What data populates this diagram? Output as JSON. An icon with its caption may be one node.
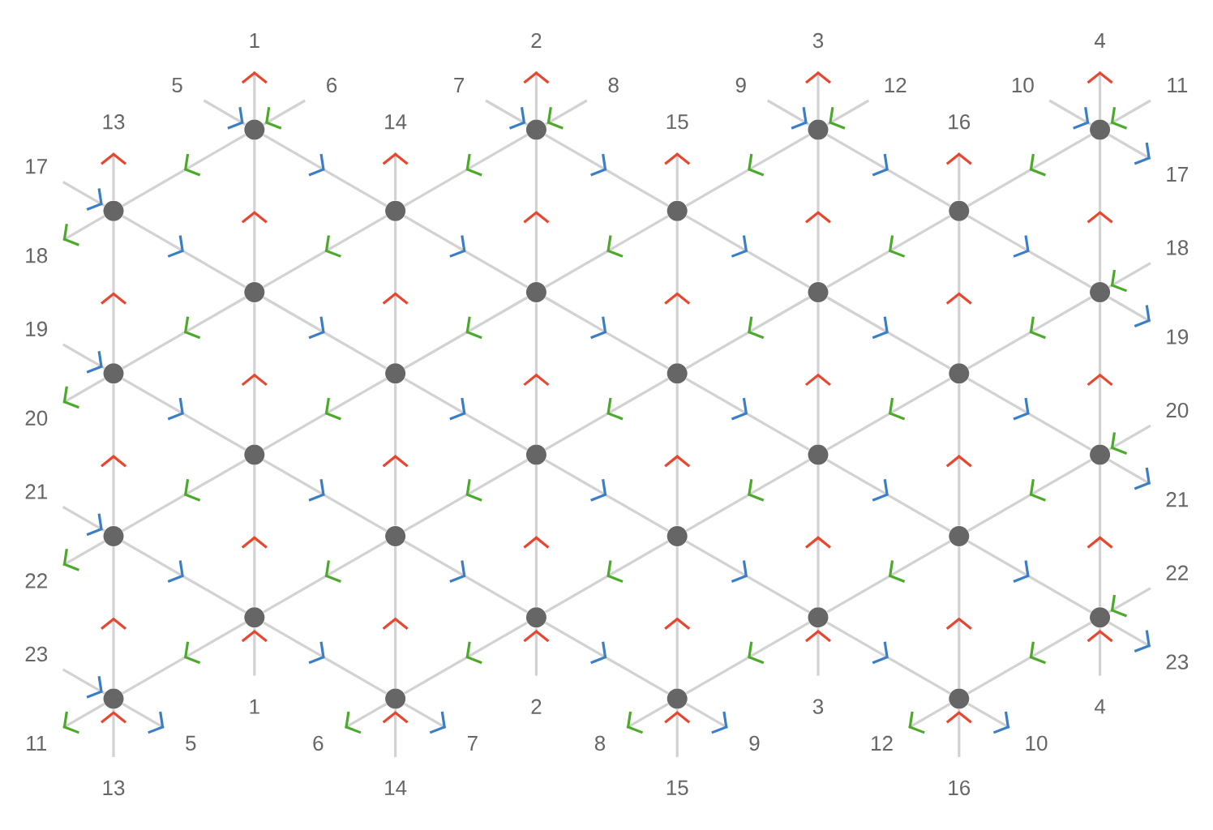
{
  "diagram": {
    "nodes": [
      {
        "text": [],
        "shape": "circle"
      },
      {
        "text": [],
        "shape": "circle"
      },
      {
        "text": [],
        "shape": "circle"
      },
      {
        "text": [],
        "shape": "circle"
      },
      {
        "text": [],
        "shape": "circle"
      },
      {
        "text": [],
        "shape": "circle"
      },
      {
        "text": [],
        "shape": "circle"
      },
      {
        "text": [],
        "shape": "circle"
      },
      {
        "text": [],
        "shape": "circle"
      },
      {
        "text": [],
        "shape": "circle"
      },
      {
        "text": [],
        "shape": "circle"
      },
      {
        "text": [],
        "shape": "circle"
      },
      {
        "text": [],
        "shape": "circle"
      },
      {
        "text": [],
        "shape": "circle"
      },
      {
        "text": [],
        "shape": "circle"
      },
      {
        "text": [],
        "shape": "circle"
      },
      {
        "text": [],
        "shape": "circle"
      },
      {
        "text": [],
        "shape": "circle"
      },
      {
        "text": [],
        "shape": "circle"
      },
      {
        "text": [],
        "shape": "circle"
      },
      {
        "text": [],
        "shape": "circle"
      },
      {
        "text": [],
        "shape": "circle"
      },
      {
        "text": [],
        "shape": "circle"
      },
      {
        "text": [],
        "shape": "circle"
      },
      {
        "text": [],
        "shape": "circle"
      },
      {
        "text": [],
        "shape": "circle"
      },
      {
        "text": [],
        "shape": "circle"
      },
      {
        "text": [],
        "shape": "circle"
      },
      {
        "text": [],
        "shape": "circle"
      },
      {
        "text": [],
        "shape": "circle"
      },
      {
        "text": [],
        "shape": "circle"
      },
      {
        "text": [],
        "shape": "circle"
      }
    ],
    "edges": [
      {
        "from": 8,
        "to": 0,
        "arrow": "to"
      },
      {
        "from": 9,
        "to": 1,
        "arrow": "to"
      },
      {
        "from": 10,
        "to": 2,
        "arrow": "to"
      },
      {
        "from": 11,
        "to": 3,
        "arrow": "to"
      },
      {
        "from": 12,
        "to": 4,
        "arrow": "to"
      },
      {
        "from": 13,
        "to": 5,
        "arrow": "to"
      },
      {
        "from": 14,
        "to": 6,
        "arrow": "to"
      },
      {
        "from": 15,
        "to": 7,
        "arrow": "to"
      },
      {
        "from": 16,
        "to": 8,
        "arrow": "to"
      },
      {
        "from": 17,
        "to": 9,
        "arrow": "to"
      },
      {
        "from": 18,
        "to": 10,
        "arrow": "to"
      },
      {
        "from": 19,
        "to": 11,
        "arrow": "to"
      },
      {
        "from": 20,
        "to": 12,
        "arrow": "to"
      },
      {
        "from": 21,
        "to": 13,
        "arrow": "to"
      },
      {
        "from": 22,
        "to": 14,
        "arrow": "to"
      },
      {
        "from": 23,
        "to": 15,
        "arrow": "to"
      },
      {
        "from": 24,
        "to": 16,
        "arrow": "to"
      },
      {
        "from": 25,
        "to": 17,
        "arrow": "to"
      },
      {
        "from": 26,
        "to": 18,
        "arrow": "to"
      },
      {
        "from": 27,
        "to": 19,
        "arrow": "to"
      },
      {
        "from": 28,
        "to": 20,
        "arrow": "to"
      },
      {
        "from": 29,
        "to": 21,
        "arrow": "to"
      },
      {
        "from": 30,
        "to": 22,
        "arrow": "to"
      },
      {
        "from": 31,
        "to": 23,
        "arrow": "to"
      },
      {
        "from": 0,
        "to": 5,
        "arrow": "to"
      },
      {
        "from": 1,
        "to": 6,
        "arrow": "to"
      },
      {
        "from": 2,
        "to": 7,
        "arrow": "to"
      },
      {
        "from": 4,
        "to": 8,
        "arrow": "to"
      },
      {
        "from": 5,
        "to": 9,
        "arrow": "to"
      },
      {
        "from": 6,
        "to": 10,
        "arrow": "to"
      },
      {
        "from": 7,
        "to": 11,
        "arrow": "to"
      },
      {
        "from": 8,
        "to": 13,
        "arrow": "to"
      },
      {
        "from": 9,
        "to": 14,
        "arrow": "to"
      },
      {
        "from": 10,
        "to": 15,
        "arrow": "to"
      },
      {
        "from": 12,
        "to": 16,
        "arrow": "to"
      },
      {
        "from": 13,
        "to": 17,
        "arrow": "to"
      },
      {
        "from": 14,
        "to": 18,
        "arrow": "to"
      },
      {
        "from": 15,
        "to": 19,
        "arrow": "to"
      },
      {
        "from": 16,
        "to": 21,
        "arrow": "to"
      },
      {
        "from": 17,
        "to": 22,
        "arrow": "to"
      },
      {
        "from": 18,
        "to": 23,
        "arrow": "to"
      },
      {
        "from": 20,
        "to": 24,
        "arrow": "to"
      },
      {
        "from": 21,
        "to": 25,
        "arrow": "to"
      },
      {
        "from": 22,
        "to": 26,
        "arrow": "to"
      },
      {
        "from": 23,
        "to": 27,
        "arrow": "to"
      },
      {
        "from": 24,
        "to": 29,
        "arrow": "to"
      },
      {
        "from": 25,
        "to": 30,
        "arrow": "to"
      },
      {
        "from": 26,
        "to": 31,
        "arrow": "to"
      },
      {
        "from": 0,
        "to": 4,
        "arrow": "to"
      },
      {
        "from": 1,
        "to": 5,
        "arrow": "to"
      },
      {
        "from": 2,
        "to": 6,
        "arrow": "to"
      },
      {
        "from": 3,
        "to": 7,
        "arrow": "to"
      },
      {
        "from": 5,
        "to": 8,
        "arrow": "to"
      },
      {
        "from": 6,
        "to": 9,
        "arrow": "to"
      },
      {
        "from": 7,
        "to": 10,
        "arrow": "to"
      },
      {
        "from": 8,
        "to": 12,
        "arrow": "to"
      },
      {
        "from": 9,
        "to": 13,
        "arrow": "to"
      },
      {
        "from": 10,
        "to": 14,
        "arrow": "to"
      },
      {
        "from": 11,
        "to": 15,
        "arrow": "to"
      },
      {
        "from": 13,
        "to": 16,
        "arrow": "to"
      },
      {
        "from": 14,
        "to": 17,
        "arrow": "to"
      },
      {
        "from": 15,
        "to": 18,
        "arrow": "to"
      },
      {
        "from": 16,
        "to": 20,
        "arrow": "to"
      },
      {
        "from": 17,
        "to": 21,
        "arrow": "to"
      },
      {
        "from": 18,
        "to": 22,
        "arrow": "to"
      },
      {
        "from": 19,
        "to": 23,
        "arrow": "to"
      },
      {
        "from": 21,
        "to": 24,
        "arrow": "to"
      },
      {
        "from": 22,
        "to": 25,
        "arrow": "to"
      },
      {
        "from": 23,
        "to": 26,
        "arrow": "to"
      },
      {
        "from": 24,
        "to": 28,
        "arrow": "to"
      },
      {
        "from": 25,
        "to": 29,
        "arrow": "to"
      },
      {
        "from": 26,
        "to": 30,
        "arrow": "to"
      },
      {
        "from": 27,
        "to": 31,
        "arrow": "to"
      },
      {
        "from": 0,
        "to": null,
        "arrow": "to",
        "label": "1"
      },
      {
        "from": 1,
        "to": null,
        "arrow": "to",
        "label": "2"
      },
      {
        "from": 2,
        "to": null,
        "arrow": "to",
        "label": "3"
      },
      {
        "from": 3,
        "to": null,
        "arrow": "to",
        "label": "4"
      },
      {
        "from": 4,
        "to": null,
        "arrow": "to",
        "label": "13"
      },
      {
        "from": 5,
        "to": null,
        "arrow": "to",
        "label": "14"
      },
      {
        "from": 6,
        "to": null,
        "arrow": "to",
        "label": "15"
      },
      {
        "from": 7,
        "to": null,
        "arrow": "to",
        "label": "16"
      },
      {
        "from": null,
        "to": 24,
        "arrow": "to",
        "label": "1"
      },
      {
        "from": null,
        "to": 25,
        "arrow": "to",
        "label": "2"
      },
      {
        "from": null,
        "to": 26,
        "arrow": "to",
        "label": "3"
      },
      {
        "from": null,
        "to": 27,
        "arrow": "to",
        "label": "4"
      },
      {
        "from": null,
        "to": 28,
        "arrow": "to",
        "label": "13"
      },
      {
        "from": null,
        "to": 29,
        "arrow": "to",
        "label": "14"
      },
      {
        "from": null,
        "to": 30,
        "arrow": "to",
        "label": "15"
      },
      {
        "from": null,
        "to": 31,
        "arrow": "to",
        "label": "16"
      },
      {
        "from": null,
        "to": 0,
        "arrow": "to",
        "label": "5"
      },
      {
        "from": null,
        "to": 1,
        "arrow": "to",
        "label": "7"
      },
      {
        "from": null,
        "to": 2,
        "arrow": "to",
        "label": "9"
      },
      {
        "from": null,
        "to": 3,
        "arrow": "to",
        "label": "10"
      },
      {
        "from": null,
        "to": 4,
        "arrow": "to",
        "label": "17"
      },
      {
        "from": null,
        "to": 12,
        "arrow": "to",
        "label": "19"
      },
      {
        "from": null,
        "to": 20,
        "arrow": "to",
        "label": "21"
      },
      {
        "from": null,
        "to": 28,
        "arrow": "to",
        "label": "23"
      },
      {
        "from": null,
        "to": 0,
        "arrow": "to",
        "label": "6"
      },
      {
        "from": null,
        "to": 1,
        "arrow": "to",
        "label": "8"
      },
      {
        "from": null,
        "to": 2,
        "arrow": "to",
        "label": "12"
      },
      {
        "from": null,
        "to": 3,
        "arrow": "to",
        "label": "11"
      },
      {
        "from": null,
        "to": 11,
        "arrow": "to",
        "label": "18"
      },
      {
        "from": null,
        "to": 19,
        "arrow": "to",
        "label": "20"
      },
      {
        "from": null,
        "to": 27,
        "arrow": "to",
        "label": "22"
      },
      {
        "from": 28,
        "to": null,
        "arrow": "to",
        "label": "11"
      },
      {
        "from": 29,
        "to": null,
        "arrow": "to",
        "label": "6"
      },
      {
        "from": 30,
        "to": null,
        "arrow": "to",
        "label": "8"
      },
      {
        "from": 31,
        "to": null,
        "arrow": "to",
        "label": "12"
      },
      {
        "from": 4,
        "to": null,
        "arrow": "to",
        "label": "18"
      },
      {
        "from": 12,
        "to": null,
        "arrow": "to",
        "label": "20"
      },
      {
        "from": 20,
        "to": null,
        "arrow": "to",
        "label": "22"
      },
      {
        "from": 28,
        "to": null,
        "arrow": "to",
        "label": "5"
      },
      {
        "from": 29,
        "to": null,
        "arrow": "to",
        "label": "7"
      },
      {
        "from": 30,
        "to": null,
        "arrow": "to",
        "label": "9"
      },
      {
        "from": 31,
        "to": null,
        "arrow": "to",
        "label": "10"
      },
      {
        "from": 3,
        "to": null,
        "arrow": "to",
        "label": "17"
      },
      {
        "from": 11,
        "to": null,
        "arrow": "to",
        "label": "19"
      },
      {
        "from": 19,
        "to": null,
        "arrow": "to",
        "label": "21"
      },
      {
        "from": 27,
        "to": null,
        "arrow": "to",
        "label": "23"
      }
    ]
  }
}
